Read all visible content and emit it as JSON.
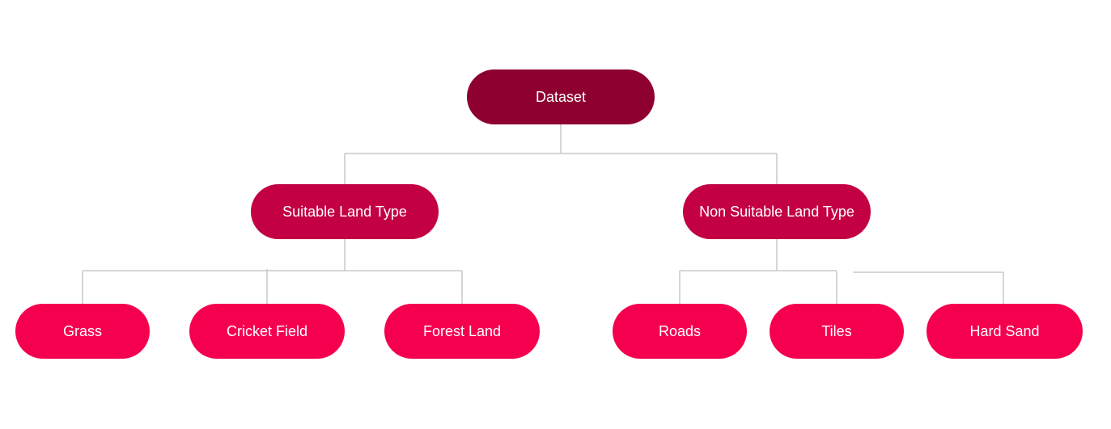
{
  "diagram": {
    "root": {
      "label": "Dataset"
    },
    "level1": [
      {
        "label": "Suitable Land Type"
      },
      {
        "label": "Non Suitable Land Type"
      }
    ],
    "level2": [
      {
        "label": "Grass"
      },
      {
        "label": "Cricket Field"
      },
      {
        "label": "Forest Land"
      },
      {
        "label": "Roads"
      },
      {
        "label": "Tiles"
      },
      {
        "label": "Hard Sand"
      }
    ],
    "colors": {
      "root": "#8e0030",
      "level1": "#c30044",
      "level2": "#f5004f",
      "connector": "#c8c8c8"
    }
  }
}
